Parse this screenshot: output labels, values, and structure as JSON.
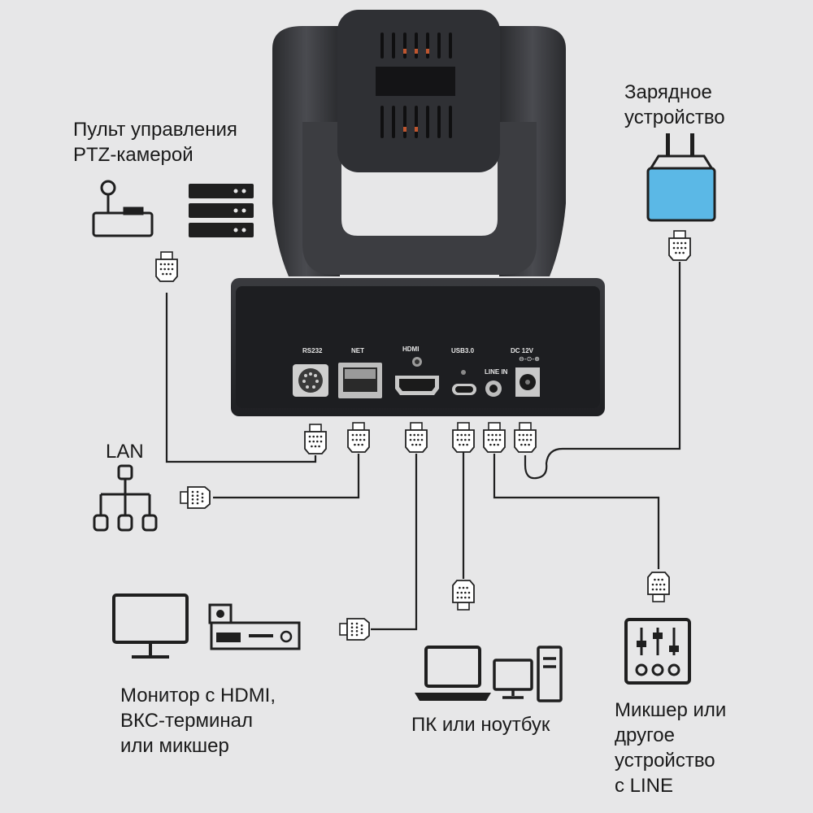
{
  "labels": {
    "ptz_controller": "Пульт управления\nPTZ-камерой",
    "charger": "Зарядное\nустройство",
    "lan": "LAN",
    "monitor": "Монитор с HDMI,\nВКС-терминал\nили микшер",
    "pc": "ПК или ноутбук",
    "mixer": "Микшер или\nдругое\nустройство\nс LINE"
  },
  "ports": {
    "rs232": "RS232",
    "net": "NET",
    "hdmi": "HDMI",
    "usb": "USB3.0",
    "line_in": "LINE IN",
    "dc": "DC 12V"
  },
  "colors": {
    "background": "#e7e7e8",
    "camera_body": "#2b2c2f",
    "wire": "#1f1f1f",
    "charger_accent": "#5bb8e6"
  },
  "icons": [
    "joystick-icon",
    "server-rack-icon",
    "charger-icon",
    "lan-tree-icon",
    "monitor-icon",
    "vcs-terminal-icon",
    "laptop-icon",
    "desktop-pc-icon",
    "audio-mixer-icon",
    "connector-plug-icon"
  ]
}
